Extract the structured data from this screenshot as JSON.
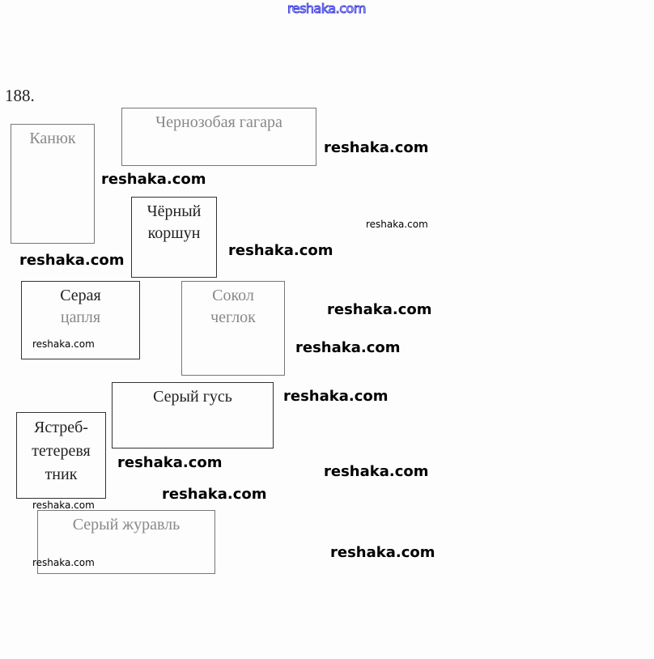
{
  "header": {
    "site": "reshaka.com"
  },
  "task_number": "188.",
  "boxes": {
    "kanyuk": "Канюк",
    "gagara": "Чернозобая гагара",
    "korshun_1": "Чёрный",
    "korshun_2": "коршун",
    "tsaplya_1": "Серая",
    "tsaplya_2": "цапля",
    "cheglok_1": "Сокол",
    "cheglok_2": "чеглок",
    "gus": "Серый гусь",
    "yastreb_1": "Ястреб-",
    "yastreb_2": "тетеревя",
    "yastreb_3": "тник",
    "zhuravl": "Серый журавль"
  },
  "watermark": "reshaka.com"
}
